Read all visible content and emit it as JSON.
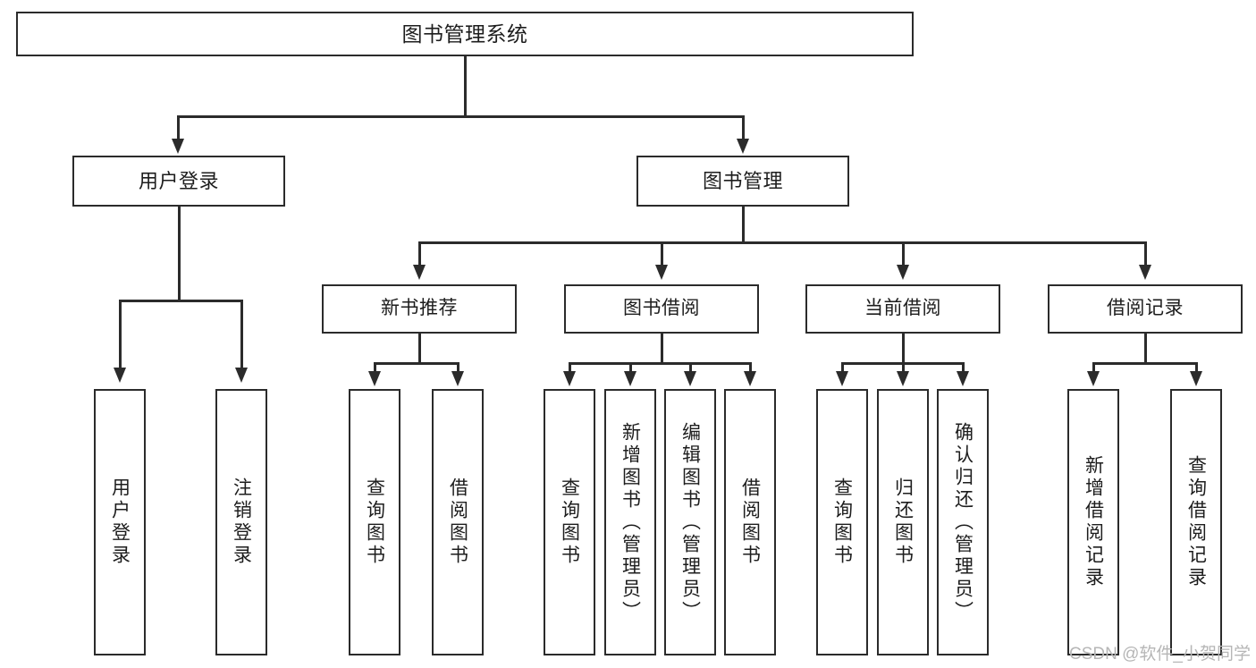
{
  "diagram": {
    "type": "tree-hierarchy",
    "title": "图书管理系统",
    "orientation": "top-down",
    "colors": {
      "stroke": "#2b2b2b",
      "fill": "#ffffff",
      "text": "#1d1d1d",
      "watermark": "#b6b6b6"
    }
  },
  "nodes": {
    "root": {
      "label": "图书管理系统"
    },
    "level2": [
      {
        "id": "user-login",
        "label": "用户登录"
      },
      {
        "id": "book-manage",
        "label": "图书管理"
      }
    ],
    "level3": [
      {
        "id": "new-book-recommend",
        "label": "新书推荐"
      },
      {
        "id": "book-borrow",
        "label": "图书借阅"
      },
      {
        "id": "current-borrow",
        "label": "当前借阅"
      },
      {
        "id": "borrow-record",
        "label": "借阅记录"
      }
    ],
    "leaves": {
      "user-login": [
        {
          "id": "leaf-user-login",
          "label": "用户登录"
        },
        {
          "id": "leaf-user-logout",
          "label": "注销登录"
        }
      ],
      "new-book-recommend": [
        {
          "id": "leaf-query-book-1",
          "label": "查询图书"
        },
        {
          "id": "leaf-borrow-book-1",
          "label": "借阅图书"
        }
      ],
      "book-borrow": [
        {
          "id": "leaf-query-book-2",
          "label": "查询图书"
        },
        {
          "id": "leaf-add-book",
          "label": "新增图书（管理员）"
        },
        {
          "id": "leaf-edit-book",
          "label": "编辑图书（管理员）"
        },
        {
          "id": "leaf-borrow-book-2",
          "label": "借阅图书"
        }
      ],
      "current-borrow": [
        {
          "id": "leaf-query-book-3",
          "label": "查询图书"
        },
        {
          "id": "leaf-return-book",
          "label": "归还图书"
        },
        {
          "id": "leaf-confirm-return",
          "label": "确认归还（管理员）"
        }
      ],
      "borrow-record": [
        {
          "id": "leaf-add-record",
          "label": "新增借阅记录"
        },
        {
          "id": "leaf-query-record",
          "label": "查询借阅记录"
        }
      ]
    }
  },
  "watermark": {
    "text": "CSDN @软件_小贺同学"
  }
}
